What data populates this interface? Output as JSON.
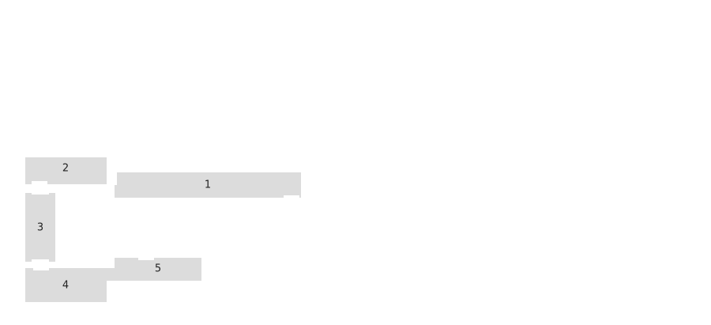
{
  "diagram": {
    "rooms": [
      {
        "id": "1",
        "label": "1"
      },
      {
        "id": "2",
        "label": "2"
      },
      {
        "id": "3",
        "label": "3"
      },
      {
        "id": "4",
        "label": "4"
      },
      {
        "id": "5",
        "label": "5"
      }
    ],
    "colors": {
      "room_fill": "#dcdcdc",
      "background": "#ffffff",
      "label": "#222222"
    }
  }
}
